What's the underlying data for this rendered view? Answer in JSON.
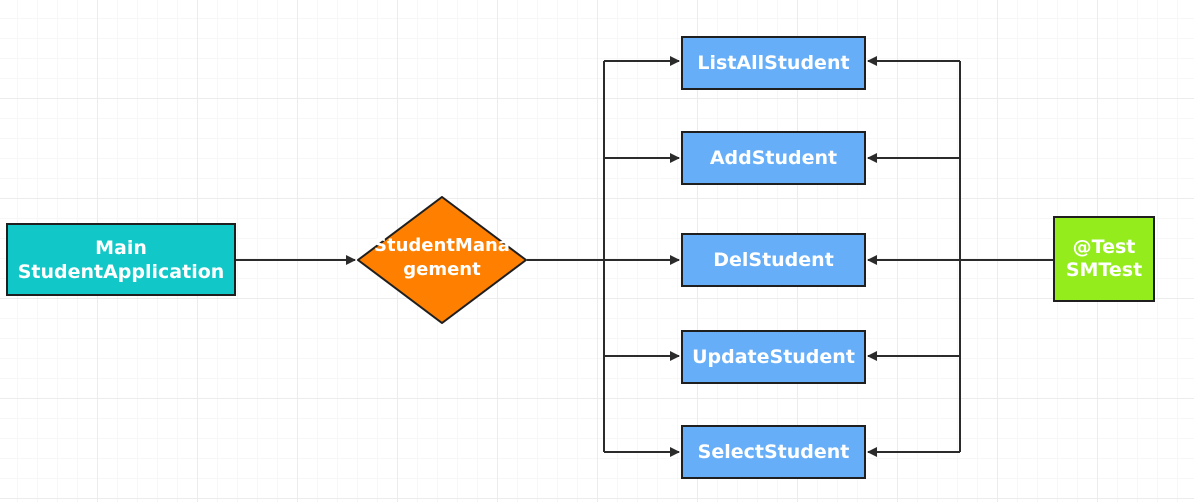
{
  "colors": {
    "main": "#12c7c7",
    "decision": "#ff8000",
    "method": "#66aef7",
    "test": "#95ec1c",
    "line": "#2b2b2b"
  },
  "nodes": {
    "main": {
      "line1": "Main",
      "line2": "StudentApplication"
    },
    "decision": {
      "line1": "StudentMana",
      "line2": "gement"
    },
    "methods": [
      "ListAllStudent",
      "AddStudent",
      "DelStudent",
      "UpdateStudent",
      "SelectStudent"
    ],
    "test": {
      "line1": "@Test",
      "line2": "SMTest"
    }
  }
}
